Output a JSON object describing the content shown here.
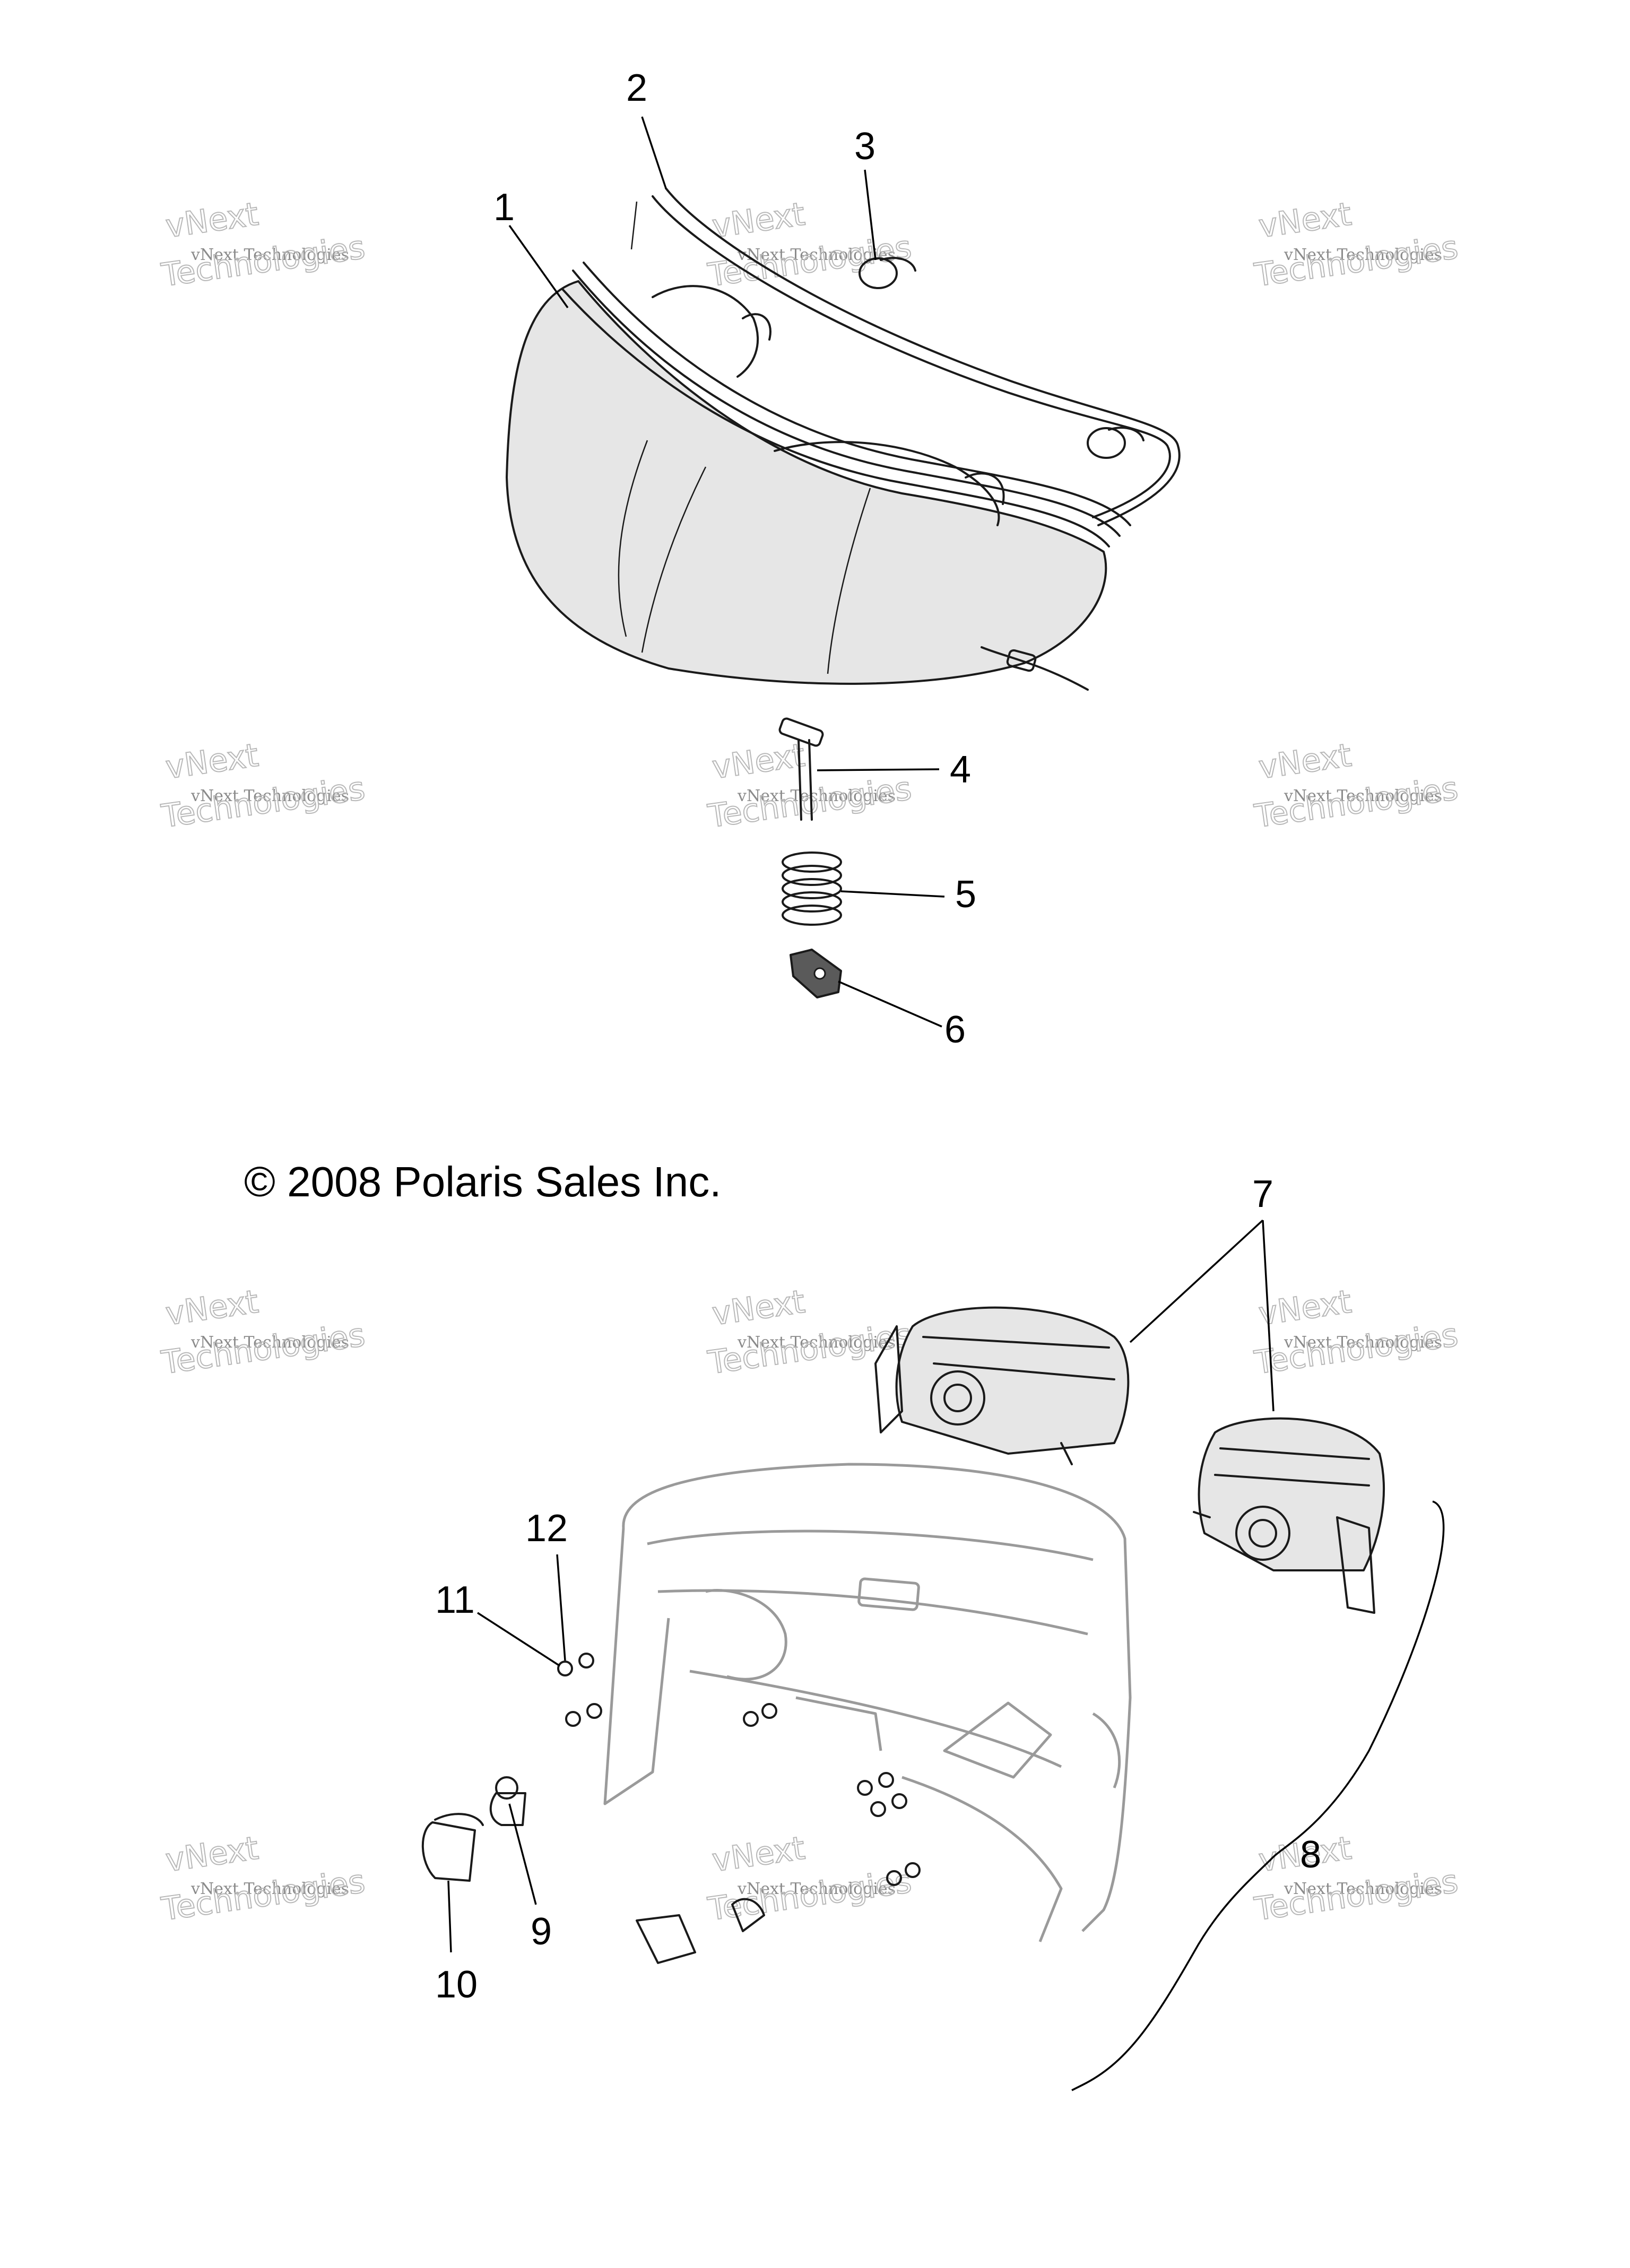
{
  "copyright": "© 2008 Polaris Sales Inc.",
  "watermark": {
    "line": "vNext Technologies",
    "top_word": "vNext",
    "bottom_word": "Technologies"
  },
  "callouts": [
    {
      "id": "1",
      "part": "headlight-assembly"
    },
    {
      "id": "2",
      "part": "trim-seal"
    },
    {
      "id": "3",
      "part": "bulb"
    },
    {
      "id": "4",
      "part": "adjuster-screw"
    },
    {
      "id": "5",
      "part": "spring"
    },
    {
      "id": "6",
      "part": "clip-nut"
    },
    {
      "id": "7",
      "part": "headlight-housing-pair"
    },
    {
      "id": "8",
      "part": "hood-assembly"
    },
    {
      "id": "9",
      "part": "bulb-small"
    },
    {
      "id": "10",
      "part": "bulb-socket"
    },
    {
      "id": "11",
      "part": "nut"
    },
    {
      "id": "12",
      "part": "washer"
    }
  ],
  "colors": {
    "line_art": "#1a1a1a",
    "hood_gray": "#9a9a9a",
    "watermark": "#8a8a8a"
  }
}
